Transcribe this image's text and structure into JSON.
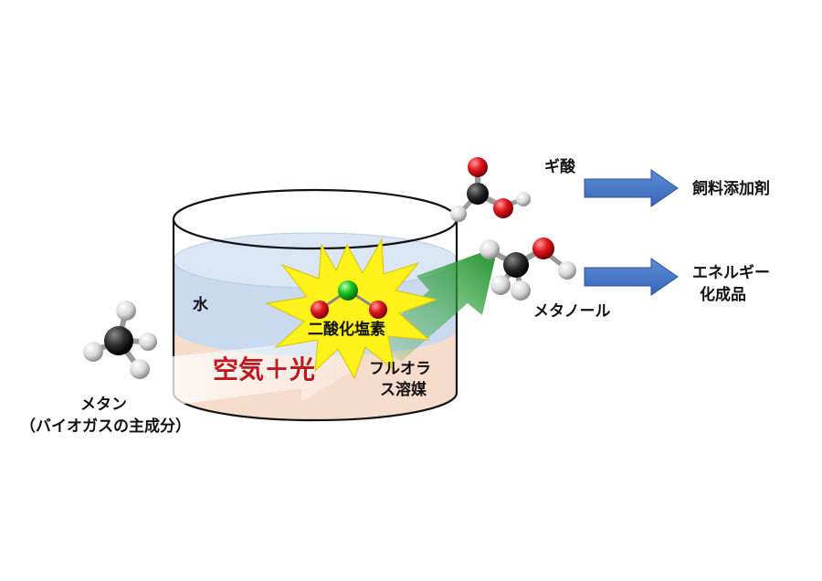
{
  "labels": {
    "formic_acid": "ギ酸",
    "feed_additive": "飼料添加剤",
    "energy_line1": "エネルギー",
    "energy_line2": "化成品",
    "methanol": "メタノール",
    "water": "水",
    "chlorine_dioxide": "二酸化塩素",
    "air_light": "空気＋光",
    "fluorous_line1": "フルオラ",
    "fluorous_line2": "ス溶媒",
    "methane": "メタン",
    "methane_source": "（バイオガスの主成分）"
  },
  "colors": {
    "water": "#c9d9ee",
    "fluorous": "#f6dccb",
    "starburst": "#fff21a",
    "arrow_blue": "#4472c4",
    "arrow_green": "#2e9e3a",
    "chlorine_atom": "#18c21d",
    "oxygen_atom": "#d9141b",
    "carbon_atom": "#222222",
    "hydrogen_atom": "#e8e8e8",
    "text_red": "#c0181d"
  }
}
